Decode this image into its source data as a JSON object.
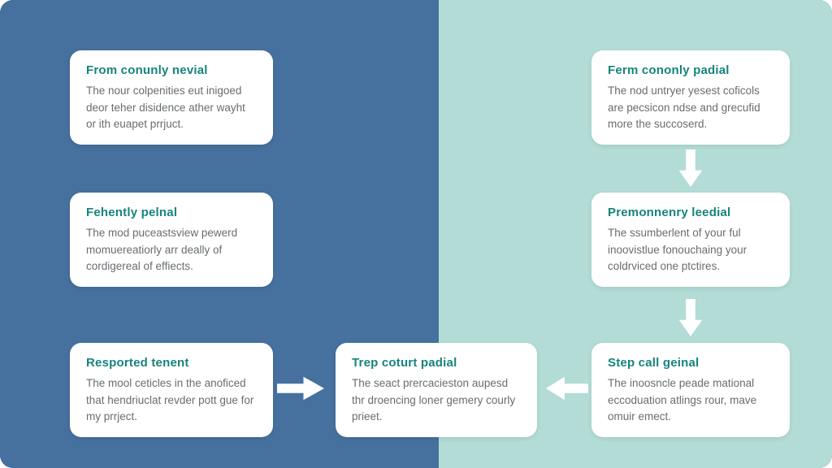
{
  "colors": {
    "left_background": "#46709e",
    "right_background": "#b2dcd5",
    "card_background": "#ffffff",
    "heading_text": "#16847b",
    "body_text": "#686d71",
    "arrow": "#ffffff"
  },
  "cards": [
    {
      "title": "From conunly nevial",
      "body": "The nour colpenities eut inigoed deor teher disidence ather wayht or ith euapet prrjuct."
    },
    {
      "title": "Fehently pelnal",
      "body": "The mod puceastsview pewerd momuereatiorly arr deally of cordigereal of effiects."
    },
    {
      "title": "Resported tenent",
      "body": "The mool ceticles in the anoficed that hendriuclat revder pott gue for my prrject."
    },
    {
      "title": "Trep coturt padial",
      "body": "The seact prercacieston aupesd thr droencing loner gemery courly prieet."
    },
    {
      "title": "Ferm cononly padial",
      "body": "The nod untryer yesest coficols are pecsicon ndse and grecufid more the succoserd."
    },
    {
      "title": "Premonnenry leedial",
      "body": "The ssumberlent of your ful inoovistlue fonouchaing your coldrviced one ptctires."
    },
    {
      "title": "Step call geinal",
      "body": "The inoosncle peade mational eccoduation atlings rour, mave omuir emect."
    }
  ],
  "arrows": [
    {
      "direction": "right",
      "from": "resported-tenent",
      "to": "trep-coturt-padial"
    },
    {
      "direction": "left",
      "from": "step-call-geinal",
      "to": "trep-coturt-padial"
    },
    {
      "direction": "down",
      "from": "ferm-cononly-padial",
      "to": "premonnenry-leedial"
    },
    {
      "direction": "down",
      "from": "premonnenry-leedial",
      "to": "step-call-geinal"
    }
  ]
}
